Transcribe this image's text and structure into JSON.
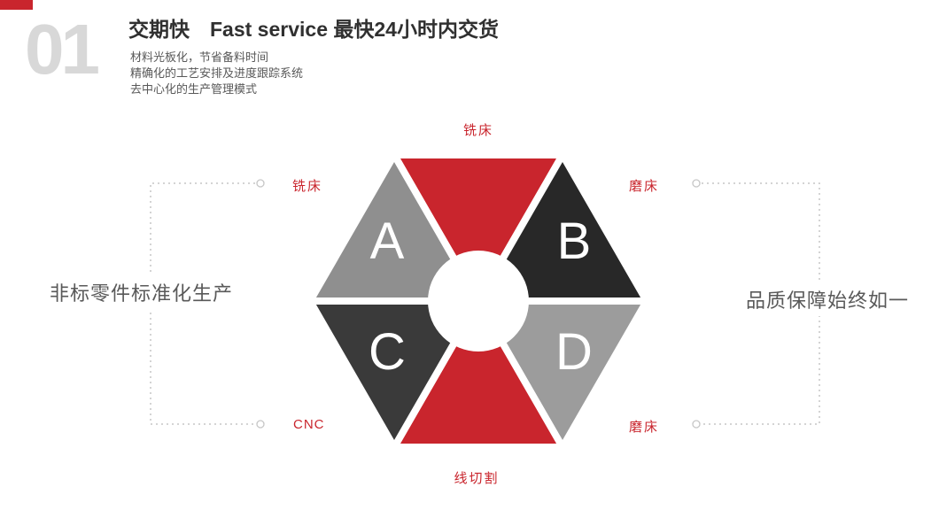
{
  "header": {
    "number": "01",
    "title": "交期快　Fast service 最快24小时内交货",
    "descriptions": [
      "材料光板化，节省备料时间",
      "精确化的工艺安排及进度跟踪系统",
      "去中心化的生产管理模式"
    ]
  },
  "captions": {
    "left": "非标零件标准化生产",
    "right": "品质保障始终如一"
  },
  "labels": {
    "top": "铣床",
    "upper_left": "铣床",
    "upper_right": "磨床",
    "lower_left": "CNC",
    "lower_right": "磨床",
    "bottom": "线切割"
  },
  "hexagon": {
    "segments": [
      {
        "position": "top",
        "letter": "",
        "color": "#c9252d"
      },
      {
        "position": "upper-right",
        "letter": "B",
        "color": "#282828"
      },
      {
        "position": "lower-right",
        "letter": "D",
        "color": "#9c9c9c"
      },
      {
        "position": "bottom",
        "letter": "",
        "color": "#c9252d"
      },
      {
        "position": "lower-left",
        "letter": "C",
        "color": "#3a3a3a"
      },
      {
        "position": "upper-left",
        "letter": "A",
        "color": "#8f8f8f"
      }
    ]
  },
  "colors": {
    "accent_red": "#c9252d",
    "number_gray": "#d8d8d8",
    "title_dark": "#303030",
    "caption_gray": "#595959",
    "dotted_line": "#c6c6c6",
    "letter_white": "#ffffff"
  }
}
